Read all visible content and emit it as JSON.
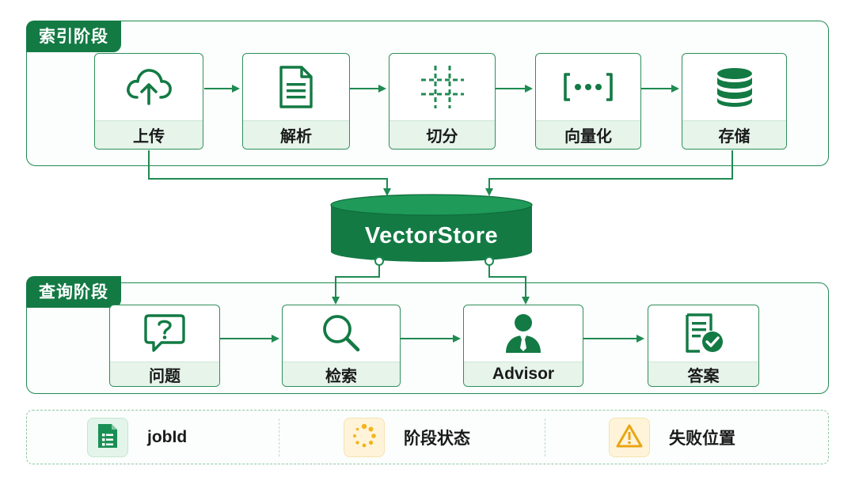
{
  "index_phase": {
    "title": "索引阶段",
    "steps": [
      {
        "label": "上传",
        "icon": "cloud-upload-icon"
      },
      {
        "label": "解析",
        "icon": "document-icon"
      },
      {
        "label": "切分",
        "icon": "grid-split-icon"
      },
      {
        "label": "向量化",
        "icon": "vector-brackets-icon"
      },
      {
        "label": "存储",
        "icon": "database-icon"
      }
    ]
  },
  "vector_store": {
    "label": "VectorStore"
  },
  "query_phase": {
    "title": "查询阶段",
    "steps": [
      {
        "label": "问题",
        "icon": "question-bubble-icon"
      },
      {
        "label": "检索",
        "icon": "magnifier-icon"
      },
      {
        "label": "Advisor",
        "icon": "advisor-person-icon"
      },
      {
        "label": "答案",
        "icon": "answer-check-icon"
      }
    ]
  },
  "legend": [
    {
      "label": "jobId",
      "icon": "document-list-icon",
      "color": "#1a8f55"
    },
    {
      "label": "阶段状态",
      "icon": "loading-dots-icon",
      "color": "#f2b51d"
    },
    {
      "label": "失败位置",
      "icon": "warning-icon",
      "color": "#e9a514"
    }
  ],
  "colors": {
    "accent": "#137a44",
    "line": "#1f8a52",
    "card_label_bg": "#e6f4ea"
  }
}
